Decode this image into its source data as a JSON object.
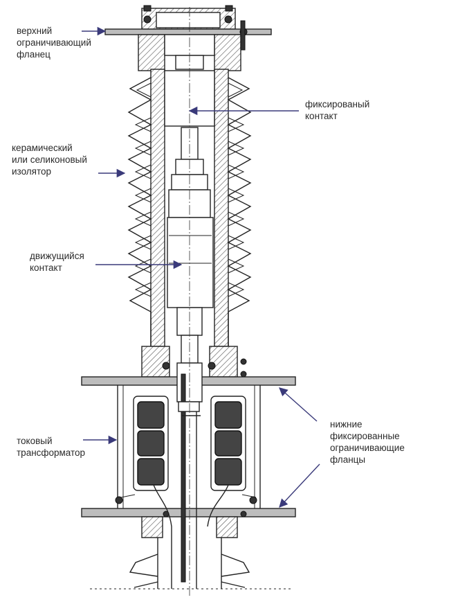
{
  "labels": {
    "upper_flange": "верхний\nограничивающий\nфланец",
    "fixed_contact": "фиксированый\nконтакт",
    "insulator": "керамический\nили селиконовый\nизолятор",
    "moving_contact": "движущийся\nконтакт",
    "current_transformer": "токовый\nтрансформатор",
    "lower_flanges": "нижние\nфиксированные\nограничивающие\nфланцы"
  },
  "colors": {
    "leader": "#3a3a7a",
    "ink": "#222222",
    "flange_fill": "#bdbdbd",
    "core_fill": "#444444"
  }
}
